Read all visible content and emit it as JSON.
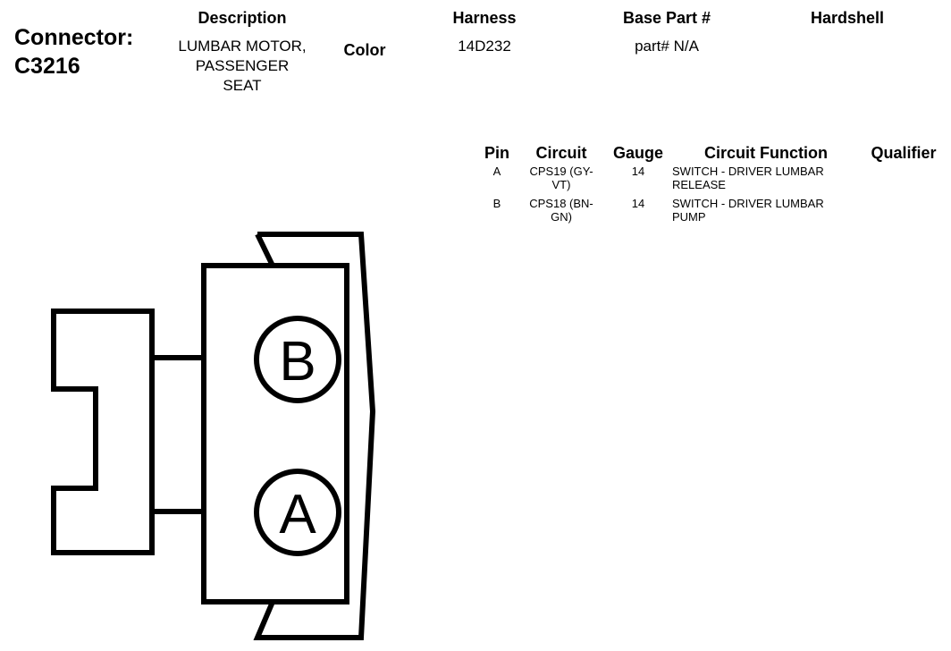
{
  "connector": {
    "label": "Connector:",
    "id": "C3216"
  },
  "headers": {
    "description": "Description",
    "color": "Color",
    "harness": "Harness",
    "base_part": "Base Part #",
    "hardshell": "Hardshell"
  },
  "values": {
    "description_lines": [
      "LUMBAR MOTOR,",
      "PASSENGER",
      "SEAT"
    ],
    "harness": "14D232",
    "base_part": "part# N/A"
  },
  "pin_table": {
    "columns": [
      "Pin",
      "Circuit",
      "Gauge",
      "Circuit Function",
      "Qualifier"
    ],
    "rows": [
      {
        "pin": "A",
        "circuit_lines": [
          "CPS19 (GY-",
          "VT)"
        ],
        "gauge": "14",
        "function_lines": [
          "SWITCH - DRIVER LUMBAR",
          "RELEASE"
        ],
        "qualifier": ""
      },
      {
        "pin": "B",
        "circuit_lines": [
          "CPS18 (BN-",
          "GN)"
        ],
        "gauge": "14",
        "function_lines": [
          "SWITCH - DRIVER LUMBAR",
          "PUMP"
        ],
        "qualifier": ""
      }
    ]
  },
  "diagram": {
    "pins": [
      "B",
      "A"
    ]
  }
}
